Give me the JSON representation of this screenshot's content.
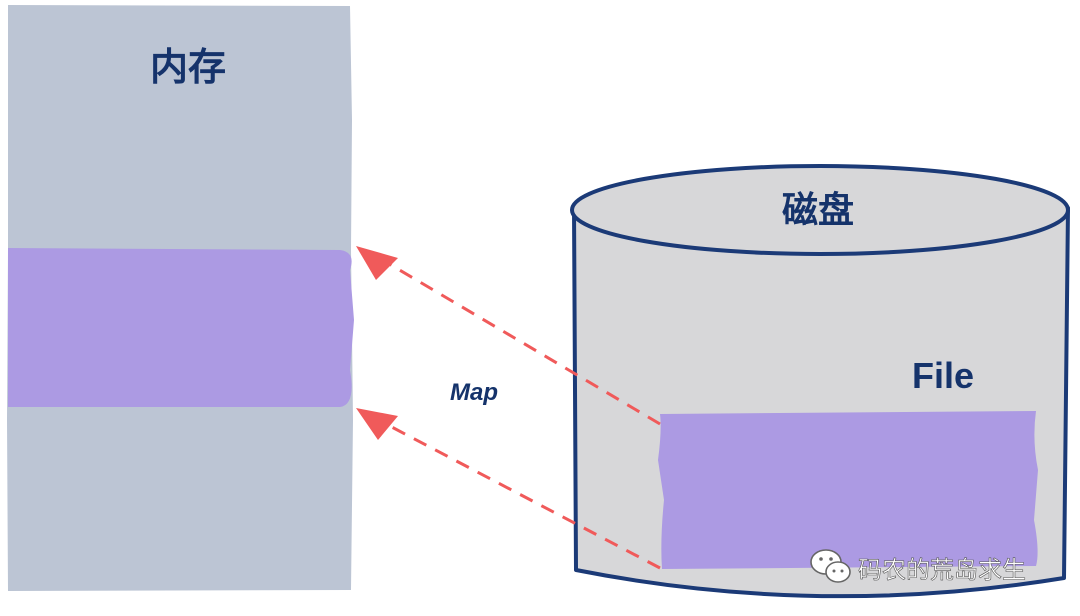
{
  "memory": {
    "label": "内存"
  },
  "disk": {
    "label": "磁盘",
    "file_label": "File"
  },
  "arrow_label": "Map",
  "watermark": {
    "text": "码农的荒岛求生",
    "icon": "wechat-icon"
  },
  "colors": {
    "memory_fill": "#bcc5d4",
    "mapped_region": "#ac9ae3",
    "disk_fill": "#d7d7d9",
    "disk_outline": "#1b3a77",
    "text_dark": "#15336b",
    "arrow": "#f05a5a"
  }
}
